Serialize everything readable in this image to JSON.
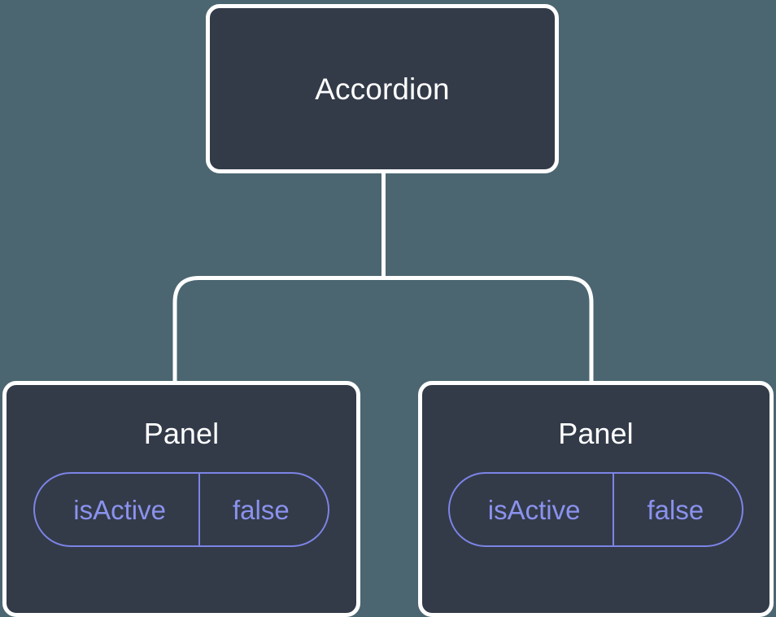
{
  "diagram": {
    "type": "component-tree",
    "background_color": "#4b6671",
    "node_fill_color": "#333b49",
    "node_border_color": "#ffffff",
    "node_text_color": "#ffffff",
    "badge_border_color": "#7d84e6",
    "badge_text_color": "#8b92ee",
    "edge_color": "#ffffff",
    "root": {
      "label": "Accordion"
    },
    "children": [
      {
        "label": "Panel",
        "state": {
          "key": "isActive",
          "value": "false"
        }
      },
      {
        "label": "Panel",
        "state": {
          "key": "isActive",
          "value": "false"
        }
      }
    ]
  }
}
